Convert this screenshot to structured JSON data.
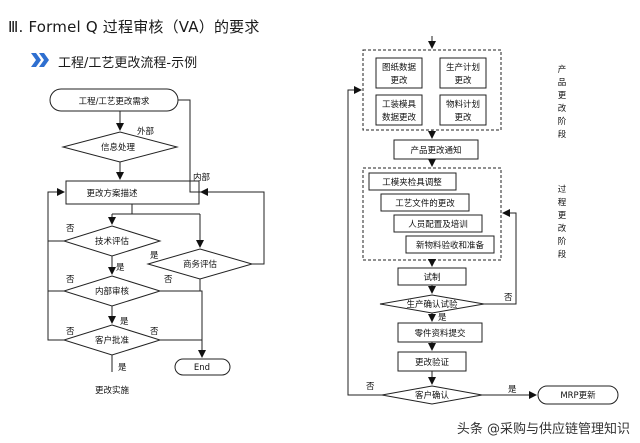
{
  "header": {
    "title": "Ⅲ. Formel Q 过程审核（VA）的要求",
    "subtitle": "工程/工艺更改流程-示例"
  },
  "left_flow": {
    "start": "工程/工艺更改需求",
    "info": "信息处理",
    "outside": "外部",
    "inside": "内部",
    "describe": "更改方案描述",
    "tech_eval": "技术评估",
    "biz_eval": "商务评估",
    "internal_review": "内部审核",
    "customer_approve": "客户批准",
    "implement": "更改实施",
    "end": "End",
    "no": "否",
    "yes": "是"
  },
  "right_flow": {
    "drawing_change": "图纸数据更改",
    "plan_change": "生产计划更改",
    "tooling_change": "工装模具数据更改",
    "material_change": "物料计划更改",
    "notice": "产品更改通知",
    "gauge_adjust": "工模夹检具调整",
    "process_doc": "工艺文件的更改",
    "staff_training": "人员配置及培训",
    "material_check": "新物料验收和准备",
    "trial": "试制",
    "confirm_trial": "生产确认试验",
    "parts_submit": "零件资料提交",
    "verify": "更改验证",
    "customer_confirm": "客户确认",
    "mrp": "MRP更新",
    "product_stage": "产品更改阶段",
    "process_stage": "过程更改阶段",
    "no": "否",
    "yes": "是"
  },
  "watermark": "头条 @采购与供应链管理知识"
}
